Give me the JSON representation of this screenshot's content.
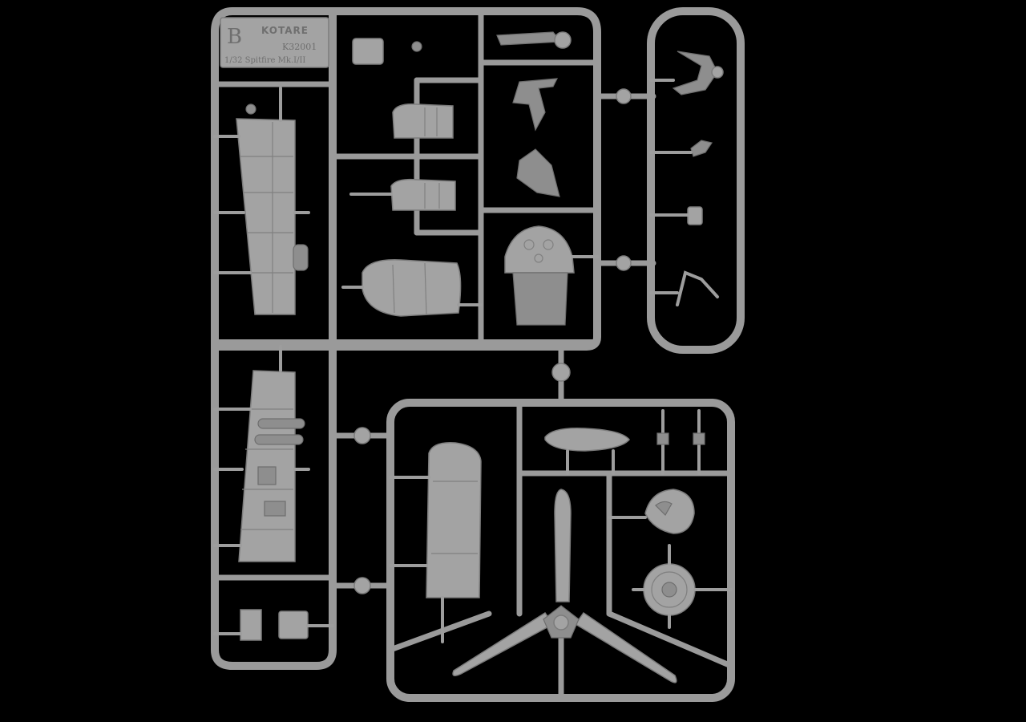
{
  "photo": {
    "background_color": "#000000",
    "plastic_color": "#9a9a9a"
  },
  "sprue_label": {
    "letter": "B",
    "brand": "KOTARE",
    "code": "K32001",
    "model": "1/32 Spitfire Mk.I/II"
  }
}
